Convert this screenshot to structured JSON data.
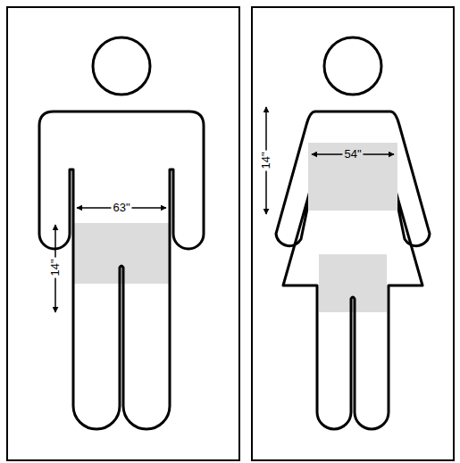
{
  "diagram": {
    "nodes": [
      {
        "text": [
          "54\""
        ]
      }
    ],
    "labels": [
      "63\"",
      "14\"",
      "14\""
    ]
  }
}
